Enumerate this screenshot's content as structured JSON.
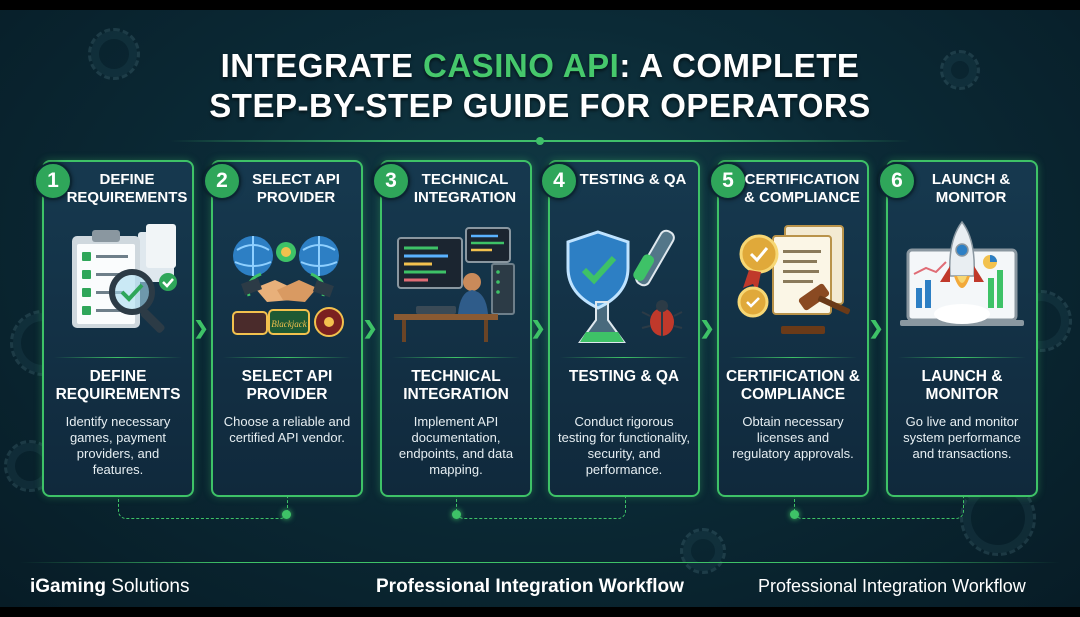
{
  "title": {
    "line1_pre": "INTEGRATE ",
    "line1_highlight": "CASINO API",
    "line1_post": ": A COMPLETE",
    "line2": "STEP-BY-STEP GUIDE FOR OPERATORS"
  },
  "colors": {
    "accent": "#3ec267",
    "background": "#0b2a36",
    "card": "#13324a"
  },
  "steps": [
    {
      "number": "1",
      "title": "DEFINE REQUIREMENTS",
      "body_title": "DEFINE REQUIREMENTS",
      "description": "Identify necessary games, payment providers, and features.",
      "icon": "clipboard-magnifier-icon"
    },
    {
      "number": "2",
      "title": "SELECT API PROVIDER",
      "body_title": "SELECT API PROVIDER",
      "description": "Choose a reliable and certified API vendor.",
      "icon": "handshake-globes-icon",
      "chip_text": "Blackjack"
    },
    {
      "number": "3",
      "title": "TECHNICAL INTEGRATION",
      "body_title": "TECHNICAL INTEGRATION",
      "description": "Implement API documentation, endpoints, and data mapping.",
      "icon": "developer-workstation-icon"
    },
    {
      "number": "4",
      "title": "TESTING & QA",
      "body_title": "TESTING & QA",
      "description": "Conduct rigorous testing for functionality, security, and performance.",
      "icon": "shield-test-bug-icon"
    },
    {
      "number": "5",
      "title": "CERTIFICATION & COMPLIANCE",
      "body_title": "CERTIFICATION & COMPLIANCE",
      "description": "Obtain necessary licenses and regulatory approvals.",
      "icon": "certificate-gavel-icon"
    },
    {
      "number": "6",
      "title": "LAUNCH & MONITOR",
      "body_title": "LAUNCH & MONITOR",
      "description": "Go live and monitor system performance and transactions.",
      "icon": "rocket-dashboard-icon"
    }
  ],
  "footer": {
    "brand_bold": "iGaming",
    "brand_rest": " Solutions",
    "center": "Professional Integration Workflow",
    "right": "Professional Integration Workflow"
  }
}
